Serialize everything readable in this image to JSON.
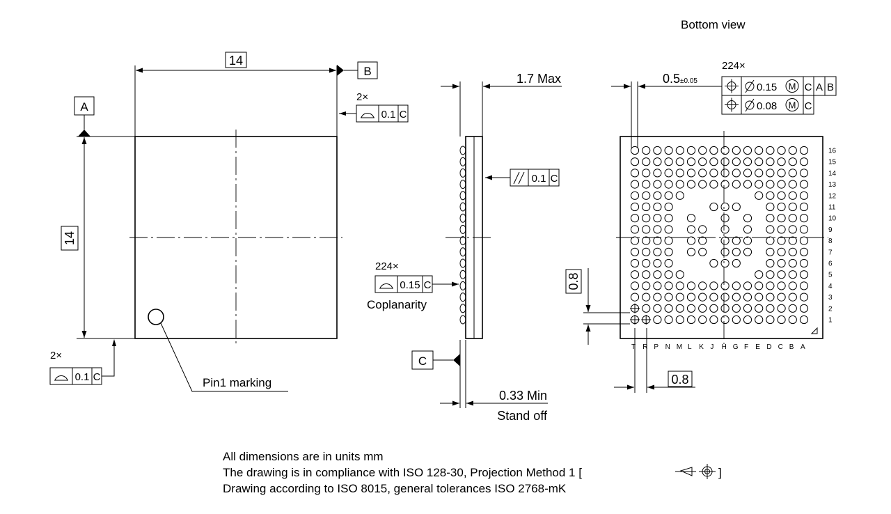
{
  "bottom_view_label": "Bottom view",
  "top_view": {
    "width_dim": "14",
    "height_dim": "14",
    "datum_a": "A",
    "datum_b": "B",
    "profile_count_top": "2×",
    "profile_count_bottom": "2×",
    "profile_tol": "0.1",
    "profile_datum": "C",
    "pin1_label": "Pin1 marking"
  },
  "side_view": {
    "max_height": "1.7 Max",
    "parallel_tol": "0.1",
    "parallel_datum": "C",
    "coplanarity_count": "224×",
    "coplanarity_tol": "0.15",
    "coplanarity_datum": "C",
    "coplanarity_label": "Coplanarity",
    "datum_c": "C",
    "standoff_value": "0.33 Min",
    "standoff_label": "Stand off"
  },
  "bottom_view": {
    "ball_count": "224×",
    "ball_dia": "0.5",
    "ball_dia_tol": "±0.05",
    "pos_tol_1": "0.15",
    "pos_datums_1": [
      "C",
      "A",
      "B"
    ],
    "pos_tol_2": "0.08",
    "pos_datums_2": [
      "C"
    ],
    "modifier": "M",
    "pitch_vertical": "0.8",
    "pitch_horizontal": "0.8",
    "row_labels": [
      "16",
      "15",
      "14",
      "13",
      "12",
      "11",
      "10",
      "9",
      "8",
      "7",
      "6",
      "5",
      "4",
      "3",
      "2",
      "1"
    ],
    "col_labels": [
      "T",
      "R",
      "P",
      "N",
      "M",
      "L",
      "K",
      "J",
      "H",
      "G",
      "F",
      "E",
      "D",
      "C",
      "B",
      "A"
    ],
    "ball_map": [
      "1111111111111111",
      "1111111111111111",
      "1111111111111111",
      "1111111111111111",
      "1111100000011111",
      "1111000111001111",
      "1111010010101111",
      "1111011010101111",
      "1111011011101111",
      "1111011011101111",
      "1111000111001111",
      "1111100000011111",
      "1111111111111111",
      "1111111111111111",
      "1111111111111111",
      "1111111111111111"
    ]
  },
  "notes": [
    "All dimensions are in units mm",
    "The drawing is in compliance with ISO 128-30, Projection Method 1 [",
    "]",
    "Drawing according to ISO 8015, general tolerances ISO 2768-mK"
  ],
  "projection_symbol": "projection-method-1-icon"
}
